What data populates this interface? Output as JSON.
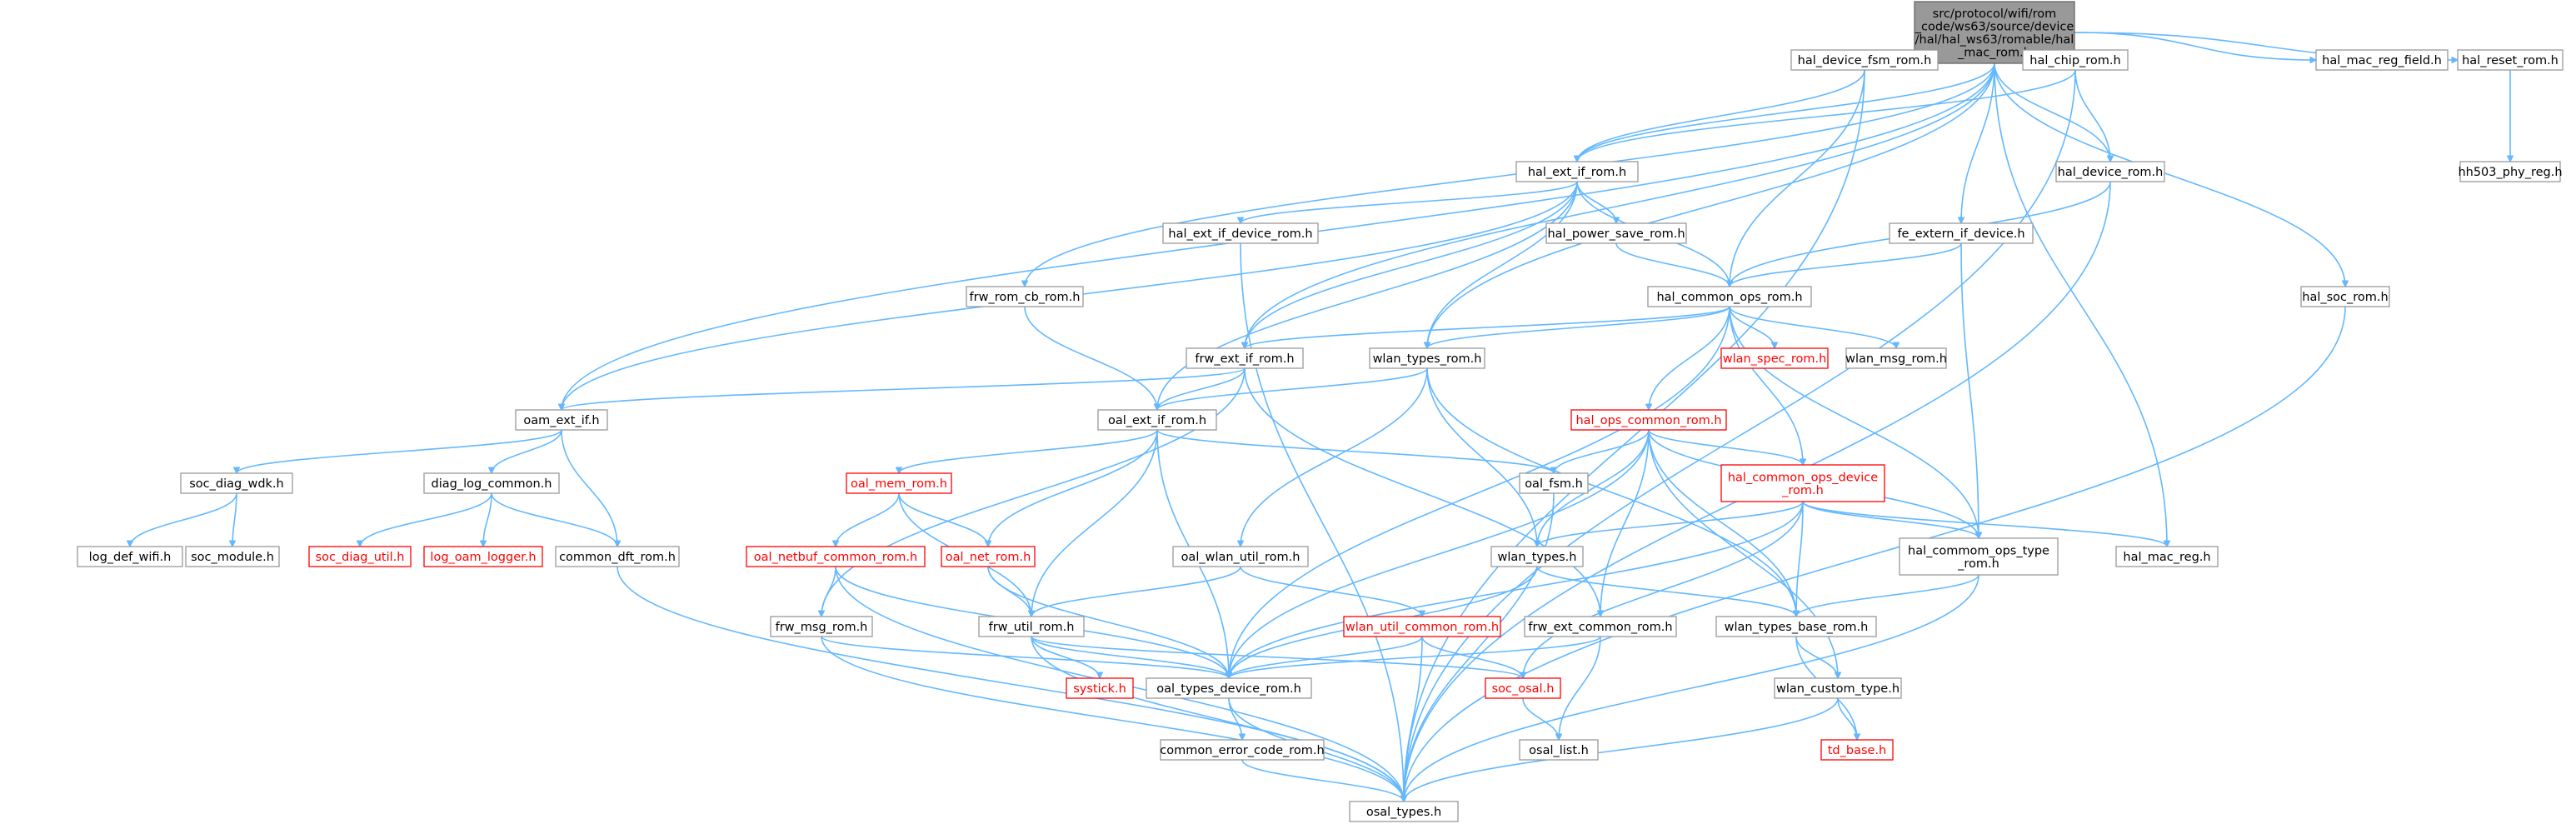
{
  "graph": {
    "title": "src/protocol/wifi/rom_code/ws63/source/device/hal/hal_ws63/romable/hal_mac_rom.h",
    "colors": {
      "edge": "#63b8ff",
      "node_border": "#999999",
      "red_border": "#ff0000",
      "root_fill": "#999999"
    },
    "nodes": [
      {
        "id": "root",
        "lines": [
          "src/protocol/wifi/rom",
          "_code/ws63/source/device",
          "/hal/hal_ws63/romable/hal",
          "_mac_rom.h"
        ],
        "style": "root"
      },
      {
        "id": "hal_device_fsm_rom",
        "lines": [
          "hal_device_fsm_rom.h"
        ],
        "style": "normal"
      },
      {
        "id": "hal_chip_rom",
        "lines": [
          "hal_chip_rom.h"
        ],
        "style": "normal"
      },
      {
        "id": "hal_mac_reg_field",
        "lines": [
          "hal_mac_reg_field.h"
        ],
        "style": "normal"
      },
      {
        "id": "hal_reset_rom",
        "lines": [
          "hal_reset_rom.h"
        ],
        "style": "normal"
      },
      {
        "id": "hal_ext_if_rom",
        "lines": [
          "hal_ext_if_rom.h"
        ],
        "style": "normal"
      },
      {
        "id": "hal_device_rom",
        "lines": [
          "hal_device_rom.h"
        ],
        "style": "normal"
      },
      {
        "id": "hh503_phy_reg",
        "lines": [
          "hh503_phy_reg.h"
        ],
        "style": "normal"
      },
      {
        "id": "hal_ext_if_device_rom",
        "lines": [
          "hal_ext_if_device_rom.h"
        ],
        "style": "normal"
      },
      {
        "id": "hal_power_save_rom",
        "lines": [
          "hal_power_save_rom.h"
        ],
        "style": "normal"
      },
      {
        "id": "fe_extern_if_device",
        "lines": [
          "fe_extern_if_device.h"
        ],
        "style": "normal"
      },
      {
        "id": "frw_rom_cb_rom",
        "lines": [
          "frw_rom_cb_rom.h"
        ],
        "style": "normal"
      },
      {
        "id": "hal_common_ops_rom",
        "lines": [
          "hal_common_ops_rom.h"
        ],
        "style": "normal"
      },
      {
        "id": "hal_soc_rom",
        "lines": [
          "hal_soc_rom.h"
        ],
        "style": "normal"
      },
      {
        "id": "frw_ext_if_rom",
        "lines": [
          "frw_ext_if_rom.h"
        ],
        "style": "normal"
      },
      {
        "id": "wlan_types_rom",
        "lines": [
          "wlan_types_rom.h"
        ],
        "style": "normal"
      },
      {
        "id": "wlan_spec_rom",
        "lines": [
          "wlan_spec_rom.h"
        ],
        "style": "red"
      },
      {
        "id": "wlan_msg_rom",
        "lines": [
          "wlan_msg_rom.h"
        ],
        "style": "normal"
      },
      {
        "id": "oam_ext_if",
        "lines": [
          "oam_ext_if.h"
        ],
        "style": "normal"
      },
      {
        "id": "oal_ext_if_rom",
        "lines": [
          "oal_ext_if_rom.h"
        ],
        "style": "normal"
      },
      {
        "id": "hal_ops_common_rom",
        "lines": [
          "hal_ops_common_rom.h"
        ],
        "style": "red"
      },
      {
        "id": "soc_diag_wdk",
        "lines": [
          "soc_diag_wdk.h"
        ],
        "style": "normal"
      },
      {
        "id": "diag_log_common",
        "lines": [
          "diag_log_common.h"
        ],
        "style": "normal"
      },
      {
        "id": "oal_mem_rom",
        "lines": [
          "oal_mem_rom.h"
        ],
        "style": "red"
      },
      {
        "id": "oal_fsm",
        "lines": [
          "oal_fsm.h"
        ],
        "style": "normal"
      },
      {
        "id": "hal_common_ops_device_rom",
        "lines": [
          "hal_common_ops_device",
          "_rom.h"
        ],
        "style": "red"
      },
      {
        "id": "log_def_wifi",
        "lines": [
          "log_def_wifi.h"
        ],
        "style": "normal"
      },
      {
        "id": "soc_module",
        "lines": [
          "soc_module.h"
        ],
        "style": "normal"
      },
      {
        "id": "soc_diag_util",
        "lines": [
          "soc_diag_util.h"
        ],
        "style": "red"
      },
      {
        "id": "log_oam_logger",
        "lines": [
          "log_oam_logger.h"
        ],
        "style": "red"
      },
      {
        "id": "common_dft_rom",
        "lines": [
          "common_dft_rom.h"
        ],
        "style": "normal"
      },
      {
        "id": "oal_netbuf_common_rom",
        "lines": [
          "oal_netbuf_common_rom.h"
        ],
        "style": "red"
      },
      {
        "id": "oal_net_rom",
        "lines": [
          "oal_net_rom.h"
        ],
        "style": "red"
      },
      {
        "id": "oal_wlan_util_rom",
        "lines": [
          "oal_wlan_util_rom.h"
        ],
        "style": "normal"
      },
      {
        "id": "wlan_types",
        "lines": [
          "wlan_types.h"
        ],
        "style": "normal"
      },
      {
        "id": "hal_commom_ops_type_rom",
        "lines": [
          "hal_commom_ops_type",
          "_rom.h"
        ],
        "style": "normal"
      },
      {
        "id": "hal_mac_reg",
        "lines": [
          "hal_mac_reg.h"
        ],
        "style": "normal"
      },
      {
        "id": "frw_msg_rom",
        "lines": [
          "frw_msg_rom.h"
        ],
        "style": "normal"
      },
      {
        "id": "frw_util_rom",
        "lines": [
          "frw_util_rom.h"
        ],
        "style": "normal"
      },
      {
        "id": "wlan_util_common_rom",
        "lines": [
          "wlan_util_common_rom.h"
        ],
        "style": "red"
      },
      {
        "id": "frw_ext_common_rom",
        "lines": [
          "frw_ext_common_rom.h"
        ],
        "style": "normal"
      },
      {
        "id": "wlan_types_base_rom",
        "lines": [
          "wlan_types_base_rom.h"
        ],
        "style": "normal"
      },
      {
        "id": "systick",
        "lines": [
          "systick.h"
        ],
        "style": "red"
      },
      {
        "id": "oal_types_device_rom",
        "lines": [
          "oal_types_device_rom.h"
        ],
        "style": "normal"
      },
      {
        "id": "soc_osal",
        "lines": [
          "soc_osal.h"
        ],
        "style": "red"
      },
      {
        "id": "wlan_custom_type",
        "lines": [
          "wlan_custom_type.h"
        ],
        "style": "normal"
      },
      {
        "id": "common_error_code_rom",
        "lines": [
          "common_error_code_rom.h"
        ],
        "style": "normal"
      },
      {
        "id": "osal_list",
        "lines": [
          "osal_list.h"
        ],
        "style": "normal"
      },
      {
        "id": "td_base",
        "lines": [
          "td_base.h"
        ],
        "style": "red"
      },
      {
        "id": "osal_types",
        "lines": [
          "osal_types.h"
        ],
        "style": "normal"
      }
    ],
    "edges": [
      [
        "root",
        "hal_device_fsm_rom"
      ],
      [
        "root",
        "hal_chip_rom"
      ],
      [
        "root",
        "hal_mac_reg_field"
      ],
      [
        "root",
        "hal_reset_rom"
      ],
      [
        "root",
        "hal_ext_if_rom"
      ],
      [
        "root",
        "hal_device_rom"
      ],
      [
        "root",
        "fe_extern_if_device"
      ],
      [
        "root",
        "frw_rom_cb_rom"
      ],
      [
        "root",
        "hal_soc_rom"
      ],
      [
        "root",
        "frw_ext_if_rom"
      ],
      [
        "root",
        "wlan_types_rom"
      ],
      [
        "root",
        "oam_ext_if"
      ],
      [
        "root",
        "hal_mac_reg"
      ],
      [
        "hal_device_fsm_rom",
        "hal_ext_if_rom"
      ],
      [
        "hal_device_fsm_rom",
        "hal_common_ops_rom"
      ],
      [
        "hal_device_fsm_rom",
        "osal_types"
      ],
      [
        "hal_chip_rom",
        "hal_ext_if_rom"
      ],
      [
        "hal_chip_rom",
        "hal_device_rom"
      ],
      [
        "hal_chip_rom",
        "osal_types"
      ],
      [
        "hal_reset_rom",
        "hh503_phy_reg"
      ],
      [
        "hal_ext_if_rom",
        "hal_ext_if_device_rom"
      ],
      [
        "hal_ext_if_rom",
        "hal_power_save_rom"
      ],
      [
        "hal_ext_if_rom",
        "hal_common_ops_rom"
      ],
      [
        "hal_ext_if_rom",
        "frw_ext_if_rom"
      ],
      [
        "hal_ext_if_rom",
        "wlan_types_rom"
      ],
      [
        "hal_ext_if_rom",
        "oal_ext_if_rom"
      ],
      [
        "hal_ext_if_rom",
        "oam_ext_if"
      ],
      [
        "hal_device_rom",
        "hal_common_ops_rom"
      ],
      [
        "hal_device_rom",
        "osal_types"
      ],
      [
        "hal_ext_if_device_rom",
        "osal_types"
      ],
      [
        "hal_power_save_rom",
        "hal_common_ops_rom"
      ],
      [
        "fe_extern_if_device",
        "hal_common_ops_rom"
      ],
      [
        "fe_extern_if_device",
        "hal_commom_ops_type_rom"
      ],
      [
        "frw_rom_cb_rom",
        "oal_ext_if_rom"
      ],
      [
        "hal_soc_rom",
        "osal_types"
      ],
      [
        "hal_common_ops_rom",
        "frw_ext_if_rom"
      ],
      [
        "hal_common_ops_rom",
        "wlan_types_rom"
      ],
      [
        "hal_common_ops_rom",
        "wlan_spec_rom"
      ],
      [
        "hal_common_ops_rom",
        "wlan_msg_rom"
      ],
      [
        "hal_common_ops_rom",
        "hal_ops_common_rom"
      ],
      [
        "hal_common_ops_rom",
        "hal_common_ops_device_rom"
      ],
      [
        "hal_common_ops_rom",
        "hal_commom_ops_type_rom"
      ],
      [
        "hal_common_ops_rom",
        "oal_types_device_rom"
      ],
      [
        "frw_ext_if_rom",
        "oam_ext_if"
      ],
      [
        "frw_ext_if_rom",
        "oal_ext_if_rom"
      ],
      [
        "frw_ext_if_rom",
        "frw_msg_rom"
      ],
      [
        "frw_ext_if_rom",
        "frw_ext_common_rom"
      ],
      [
        "wlan_types_rom",
        "oal_ext_if_rom"
      ],
      [
        "wlan_types_rom",
        "wlan_types"
      ],
      [
        "wlan_types_rom",
        "wlan_types_base_rom"
      ],
      [
        "wlan_types_rom",
        "oal_wlan_util_rom"
      ],
      [
        "oam_ext_if",
        "soc_diag_wdk"
      ],
      [
        "oam_ext_if",
        "diag_log_common"
      ],
      [
        "oam_ext_if",
        "common_dft_rom"
      ],
      [
        "oal_ext_if_rom",
        "oal_mem_rom"
      ],
      [
        "oal_ext_if_rom",
        "oal_fsm"
      ],
      [
        "oal_ext_if_rom",
        "oal_net_rom"
      ],
      [
        "oal_ext_if_rom",
        "frw_util_rom"
      ],
      [
        "oal_ext_if_rom",
        "oal_types_device_rom"
      ],
      [
        "hal_ops_common_rom",
        "oal_fsm"
      ],
      [
        "hal_ops_common_rom",
        "hal_common_ops_device_rom"
      ],
      [
        "hal_ops_common_rom",
        "wlan_types"
      ],
      [
        "hal_ops_common_rom",
        "hal_commom_ops_type_rom"
      ],
      [
        "hal_ops_common_rom",
        "wlan_types_base_rom"
      ],
      [
        "hal_ops_common_rom",
        "oal_types_device_rom"
      ],
      [
        "hal_ops_common_rom",
        "frw_ext_common_rom"
      ],
      [
        "hal_ops_common_rom",
        "wlan_custom_type"
      ],
      [
        "soc_diag_wdk",
        "log_def_wifi"
      ],
      [
        "soc_diag_wdk",
        "soc_module"
      ],
      [
        "diag_log_common",
        "soc_diag_util"
      ],
      [
        "diag_log_common",
        "log_oam_logger"
      ],
      [
        "diag_log_common",
        "common_dft_rom"
      ],
      [
        "oal_mem_rom",
        "oal_netbuf_common_rom"
      ],
      [
        "oal_mem_rom",
        "oal_net_rom"
      ],
      [
        "oal_mem_rom",
        "frw_util_rom"
      ],
      [
        "oal_fsm",
        "osal_types"
      ],
      [
        "hal_common_ops_device_rom",
        "wlan_types"
      ],
      [
        "hal_common_ops_device_rom",
        "hal_commom_ops_type_rom"
      ],
      [
        "hal_common_ops_device_rom",
        "hal_mac_reg"
      ],
      [
        "hal_common_ops_device_rom",
        "wlan_types_base_rom"
      ],
      [
        "hal_common_ops_device_rom",
        "oal_types_device_rom"
      ],
      [
        "hal_common_ops_device_rom",
        "soc_osal"
      ],
      [
        "common_dft_rom",
        "osal_types"
      ],
      [
        "oal_netbuf_common_rom",
        "frw_msg_rom"
      ],
      [
        "oal_netbuf_common_rom",
        "oal_types_device_rom"
      ],
      [
        "oal_netbuf_common_rom",
        "osal_types"
      ],
      [
        "oal_net_rom",
        "frw_util_rom"
      ],
      [
        "oal_net_rom",
        "oal_types_device_rom"
      ],
      [
        "oal_wlan_util_rom",
        "frw_util_rom"
      ],
      [
        "oal_wlan_util_rom",
        "wlan_util_common_rom"
      ],
      [
        "wlan_types",
        "wlan_types_base_rom"
      ],
      [
        "wlan_types",
        "oal_types_device_rom"
      ],
      [
        "hal_commom_ops_type_rom",
        "wlan_types_base_rom"
      ],
      [
        "hal_commom_ops_type_rom",
        "osal_types"
      ],
      [
        "frw_msg_rom",
        "oal_types_device_rom"
      ],
      [
        "frw_msg_rom",
        "osal_types"
      ],
      [
        "frw_util_rom",
        "systick"
      ],
      [
        "frw_util_rom",
        "oal_types_device_rom"
      ],
      [
        "frw_util_rom",
        "soc_osal"
      ],
      [
        "frw_util_rom",
        "osal_types"
      ],
      [
        "wlan_util_common_rom",
        "oal_types_device_rom"
      ],
      [
        "wlan_util_common_rom",
        "soc_osal"
      ],
      [
        "wlan_util_common_rom",
        "osal_types"
      ],
      [
        "frw_ext_common_rom",
        "oal_types_device_rom"
      ],
      [
        "frw_ext_common_rom",
        "osal_list"
      ],
      [
        "wlan_types_base_rom",
        "wlan_custom_type"
      ],
      [
        "wlan_types_base_rom",
        "td_base"
      ],
      [
        "oal_types_device_rom",
        "common_error_code_rom"
      ],
      [
        "oal_types_device_rom",
        "osal_types"
      ],
      [
        "soc_osal",
        "osal_list"
      ],
      [
        "wlan_custom_type",
        "td_base"
      ],
      [
        "wlan_custom_type",
        "osal_types"
      ],
      [
        "common_error_code_rom",
        "osal_types"
      ]
    ]
  }
}
